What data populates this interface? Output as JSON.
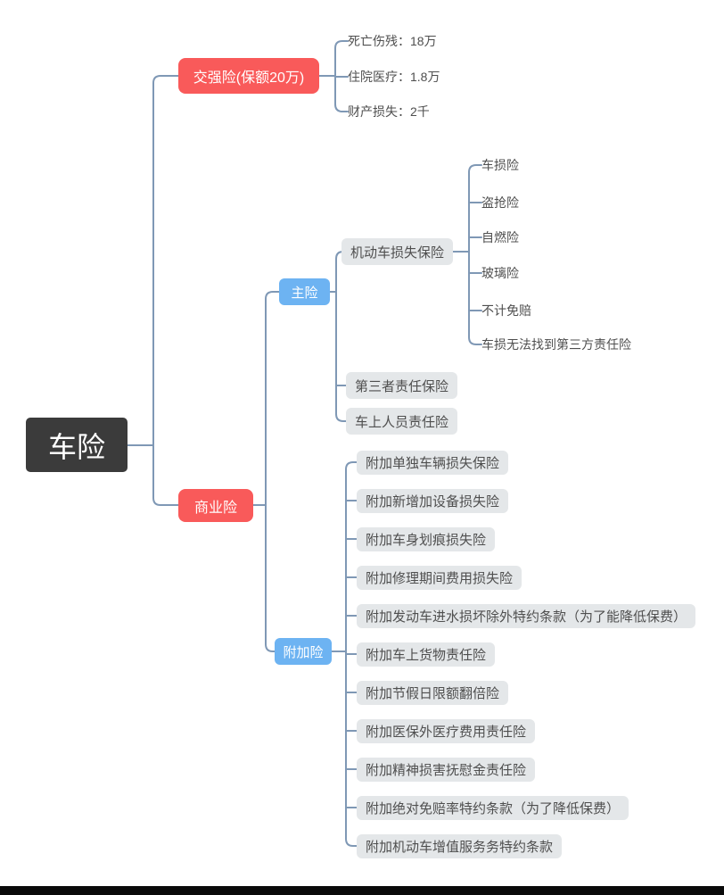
{
  "colors": {
    "root_bg": "#3b3b3b",
    "branch_red": "#f95a5a",
    "branch_blue": "#6db3f2",
    "leaf_box_bg": "#e4e7e9",
    "node_text_light": "#ffffff",
    "node_text_dark": "#4f4f4f",
    "connector": "#7f98b5",
    "bottom_bar": "#0a0a0a"
  },
  "mindmap": {
    "root": {
      "label": "车险"
    },
    "compulsory": {
      "label": "交强险(保额20万)",
      "items": [
        {
          "label": "死亡伤残：18万"
        },
        {
          "label": "住院医疗：1.8万"
        },
        {
          "label": "财产损失：2千"
        }
      ]
    },
    "commercial": {
      "label": "商业险",
      "main": {
        "label": "主险",
        "vehicle_damage": {
          "label": "机动车损失保险",
          "items": [
            {
              "label": "车损险"
            },
            {
              "label": "盗抢险"
            },
            {
              "label": "自燃险"
            },
            {
              "label": "玻璃险"
            },
            {
              "label": "不计免赔"
            },
            {
              "label": "车损无法找到第三方责任险"
            }
          ]
        },
        "third_party": {
          "label": "第三者责任保险"
        },
        "passengers": {
          "label": "车上人员责任险"
        }
      },
      "additional": {
        "label": "附加险",
        "items": [
          {
            "label": "附加单独车辆损失保险"
          },
          {
            "label": "附加新增加设备损失险"
          },
          {
            "label": "附加车身划痕损失险"
          },
          {
            "label": "附加修理期间费用损失险"
          },
          {
            "label": "附加发动车进水损坏除外特约条款（为了能降低保费）"
          },
          {
            "label": "附加车上货物责任险"
          },
          {
            "label": "附加节假日限额翻倍险"
          },
          {
            "label": "附加医保外医疗费用责任险"
          },
          {
            "label": "附加精神损害抚慰金责任险"
          },
          {
            "label": "附加绝对免赔率特约条款（为了降低保费）"
          },
          {
            "label": "附加机动车增值服务务特约条款"
          }
        ]
      }
    }
  }
}
